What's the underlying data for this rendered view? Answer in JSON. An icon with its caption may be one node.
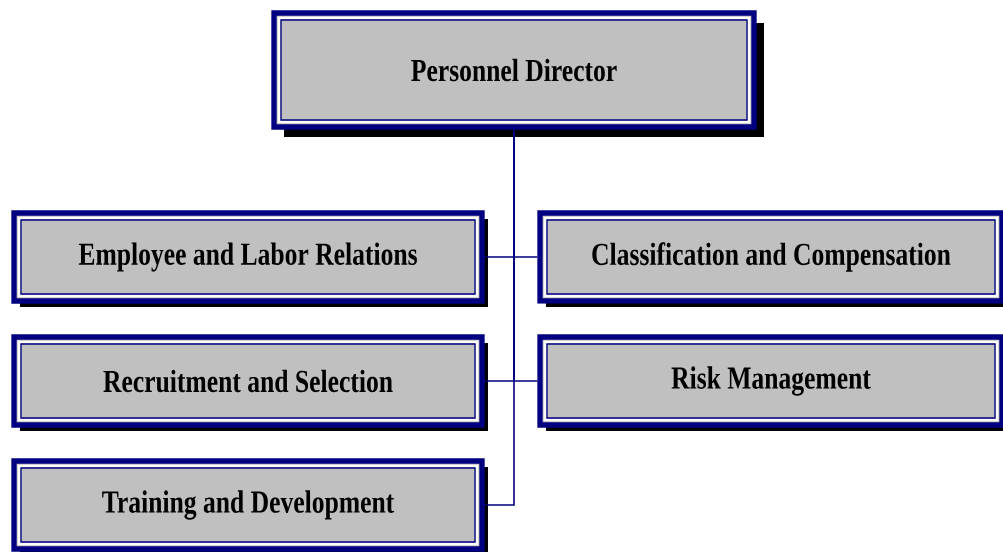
{
  "diagram": {
    "nodes": [
      {
        "text": [
          "Personnel Director"
        ]
      },
      {
        "text": [
          "Employee and Labor Relations"
        ]
      },
      {
        "text": [
          "Classification and Compensation"
        ]
      },
      {
        "text": [
          "Recruitment and Selection"
        ]
      },
      {
        "text": [
          "Risk Management"
        ]
      },
      {
        "text": [
          "Training and Development"
        ]
      }
    ],
    "edges": [
      {
        "from": 0,
        "to": 1,
        "arrow": "none"
      },
      {
        "from": 0,
        "to": 2,
        "arrow": "none"
      },
      {
        "from": 0,
        "to": 3,
        "arrow": "none"
      },
      {
        "from": 0,
        "to": 4,
        "arrow": "none"
      },
      {
        "from": 0,
        "to": 5,
        "arrow": "none"
      }
    ]
  }
}
